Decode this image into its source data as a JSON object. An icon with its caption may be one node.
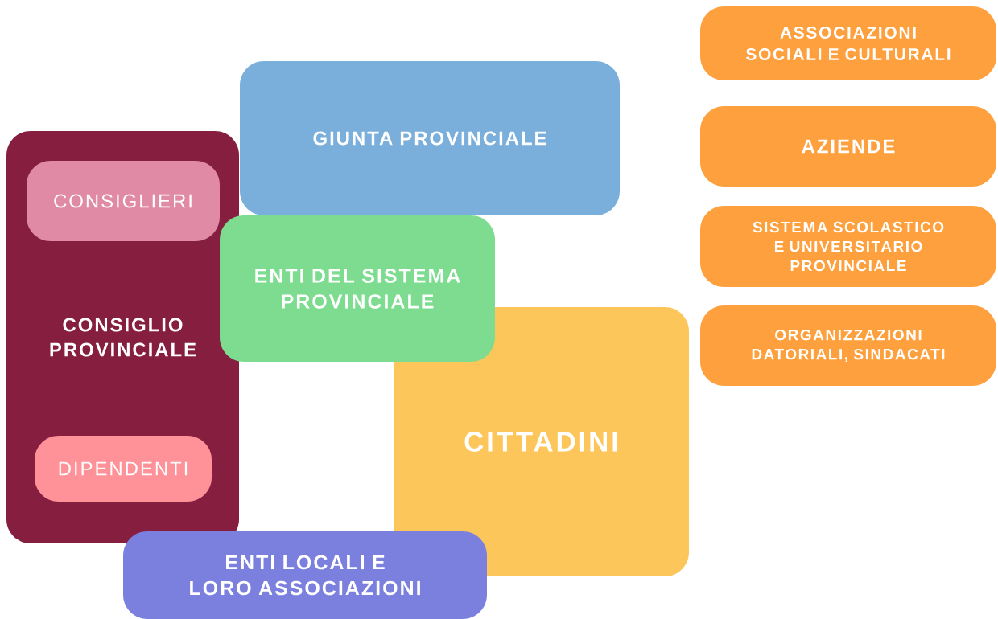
{
  "diagram": {
    "nodes": [
      {
        "text": [
          "ASSOCIAZIONI SOCIALI E CULTURALI"
        ]
      },
      {
        "text": [
          "GIUNTA PROVINCIALE"
        ]
      },
      {
        "text": [
          "CONSIGLIO PROVINCIALE"
        ]
      },
      {
        "text": [
          "CONSIGLIERI"
        ],
        "in": 2
      },
      {
        "text": [
          "AZIENDE"
        ]
      },
      {
        "text": [
          "ENTI DEL SISTEMA PROVINCIALE"
        ]
      },
      {
        "text": [
          "SISTEMA SCOLASTICO E UNIVERSITARIO PROVINCIALE"
        ]
      },
      {
        "text": [
          "ORGANIZZAZIONI DATORIALI, SINDACATI"
        ]
      },
      {
        "text": [
          "CITTADINI"
        ]
      },
      {
        "text": [
          "DIPENDENTI"
        ],
        "in": 2
      },
      {
        "text": [
          "ENTI LOCALI E LORO ASSOCIAZIONI"
        ]
      }
    ]
  }
}
